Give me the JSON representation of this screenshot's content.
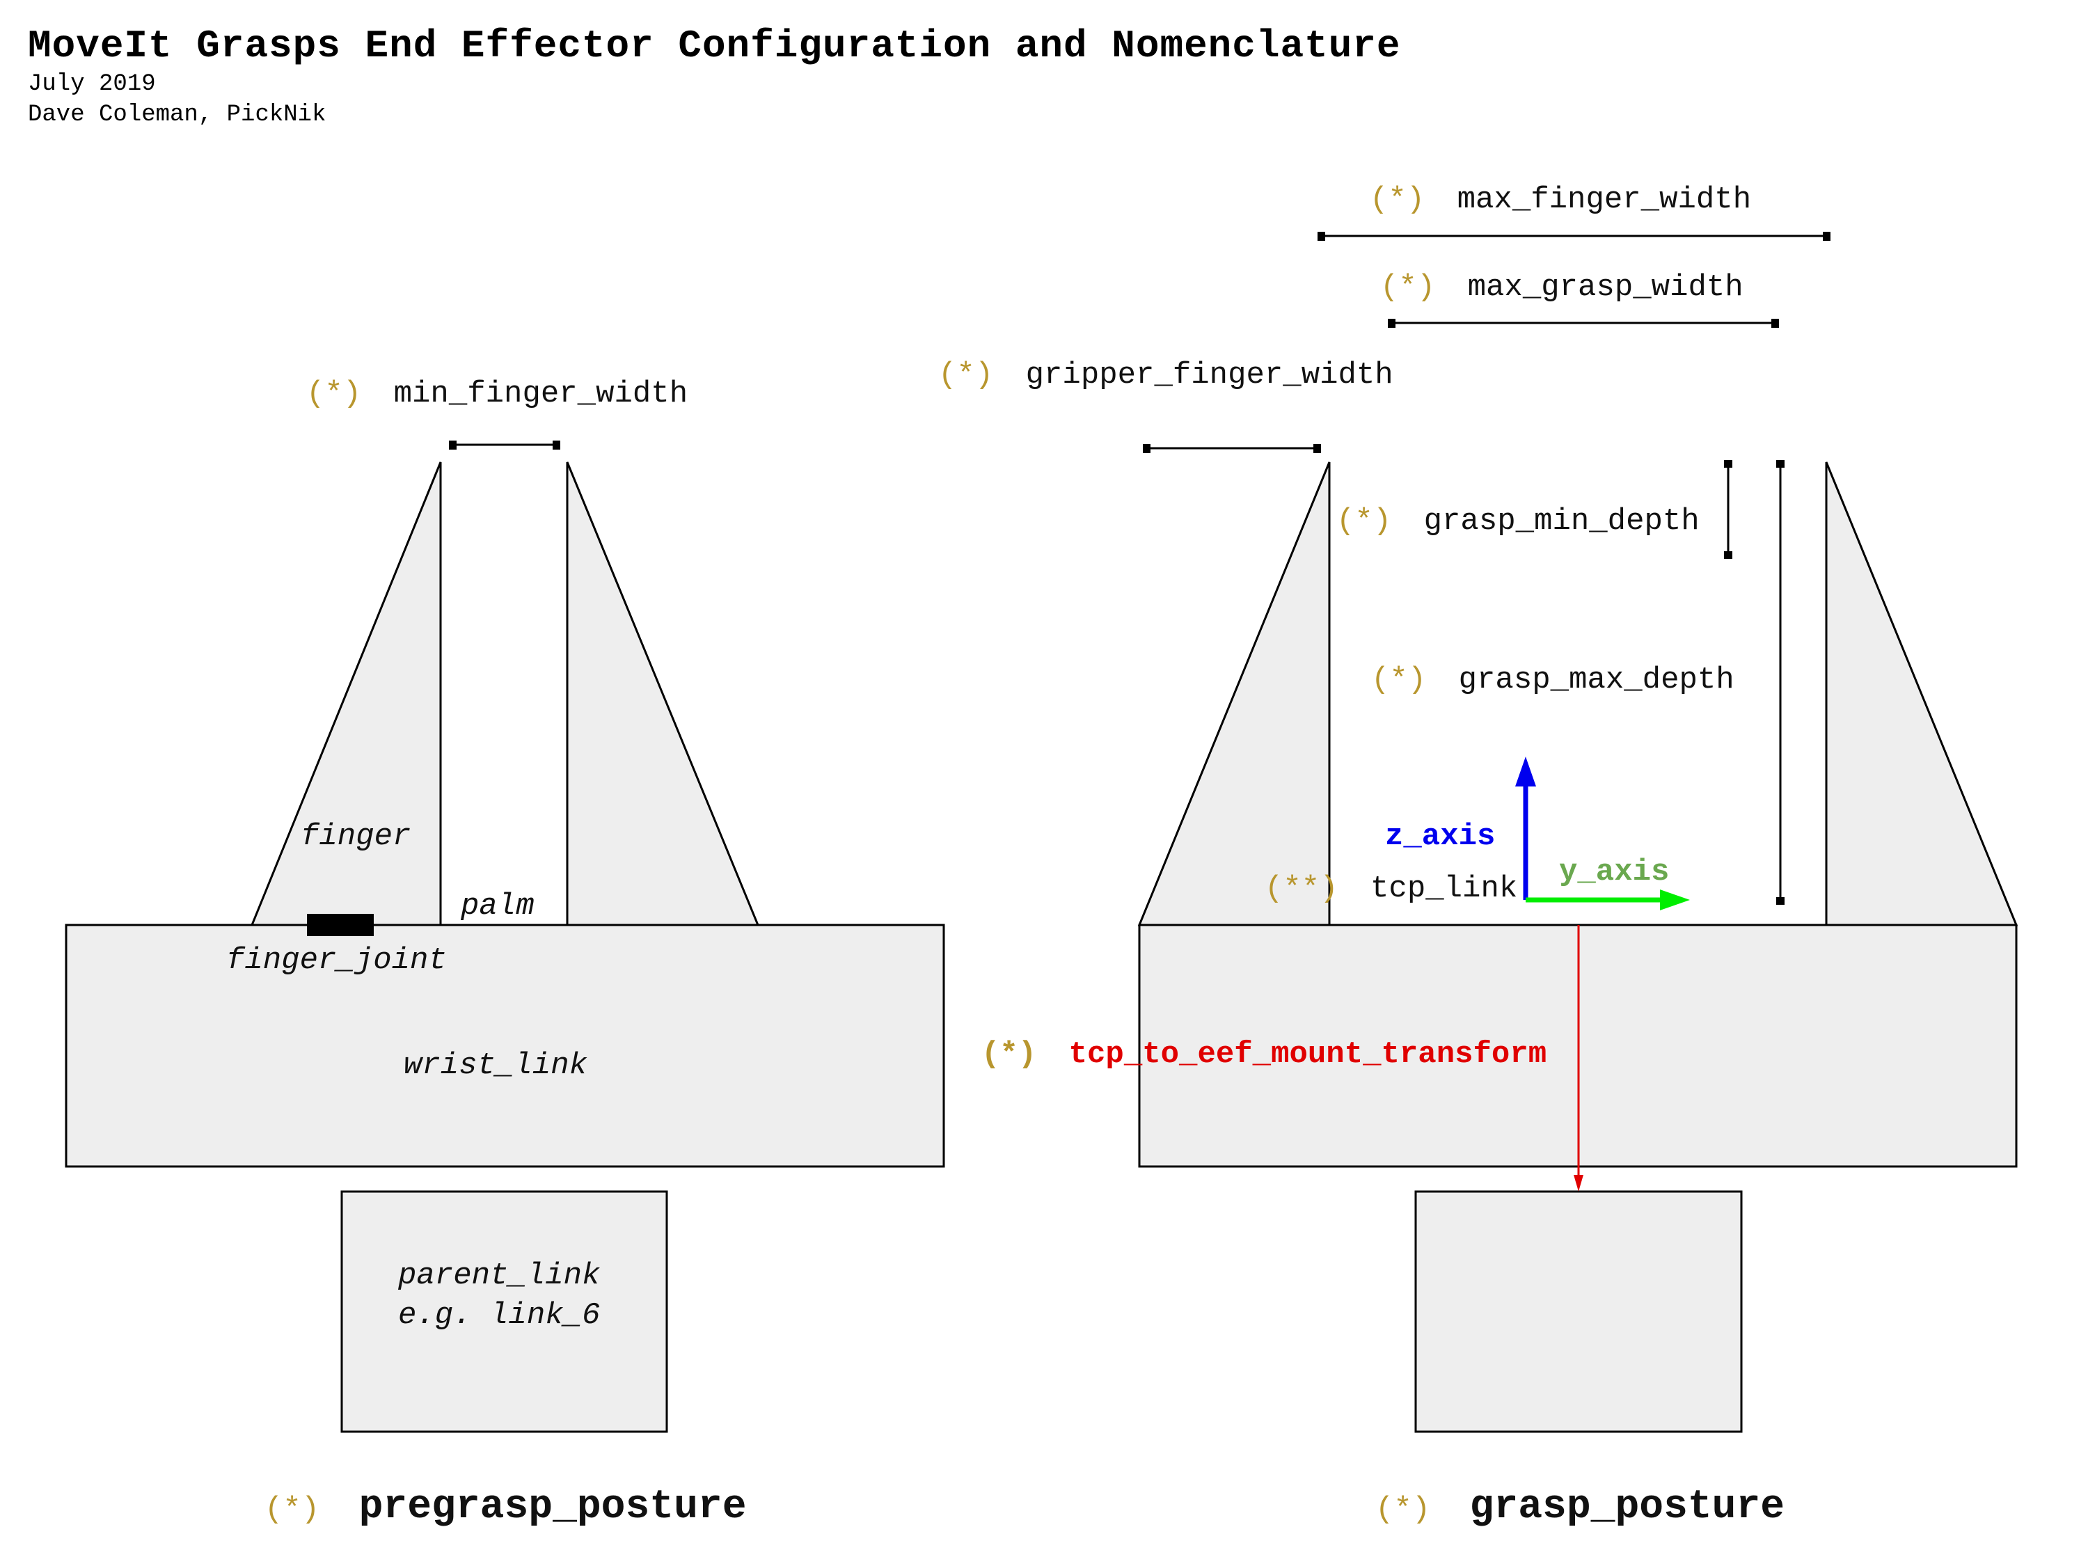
{
  "header": {
    "title": "MoveIt Grasps End Effector Configuration and Nomenclature",
    "date": "July 2019",
    "author": "Dave Coleman, PickNik"
  },
  "markers": {
    "single": "(*)",
    "double": "(**)"
  },
  "left_diagram": {
    "min_finger_width": "min_finger_width",
    "finger": "finger",
    "palm": "palm",
    "finger_joint": "finger_joint",
    "wrist_link": "wrist_link",
    "parent_link_line1": "parent_link",
    "parent_link_line2": "e.g. link_6",
    "posture": "pregrasp_posture"
  },
  "right_diagram": {
    "max_finger_width": "max_finger_width",
    "max_grasp_width": "max_grasp_width",
    "gripper_finger_width": "gripper_finger_width",
    "grasp_min_depth": "grasp_min_depth",
    "grasp_max_depth": "grasp_max_depth",
    "z_axis": "z_axis",
    "y_axis": "y_axis",
    "tcp_link": "tcp_link",
    "tcp_to_eef_mount_transform": "tcp_to_eef_mount_transform",
    "posture": "grasp_posture"
  },
  "colors": {
    "marker": "#b8962e",
    "z_axis": "#0000ee",
    "y_axis_label": "#6aa84f",
    "y_axis_arrow": "#00ee00",
    "transform": "#e00000",
    "fill": "#eeeeee"
  }
}
